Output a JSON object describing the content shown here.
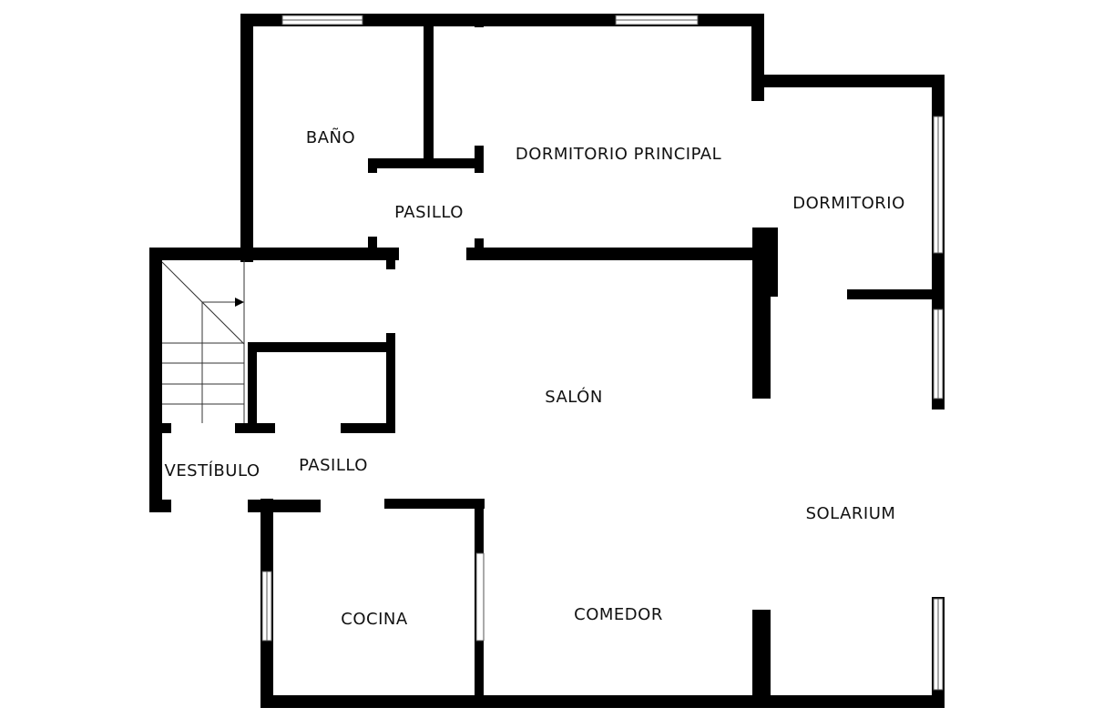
{
  "floorplan": {
    "colors": {
      "wall": "#000000",
      "background": "#ffffff",
      "text": "#111111"
    },
    "rooms": {
      "bano": "BAÑO",
      "pasillo_top": "PASILLO",
      "dormitorio_principal": "DORMITORIO PRINCIPAL",
      "dormitorio": "DORMITORIO",
      "salon": "SALÓN",
      "vestibulo": "VESTÍBULO",
      "pasillo_left": "PASILLO",
      "solarium": "SOLARIUM",
      "cocina": "COCINA",
      "comedor": "COMEDOR"
    }
  }
}
